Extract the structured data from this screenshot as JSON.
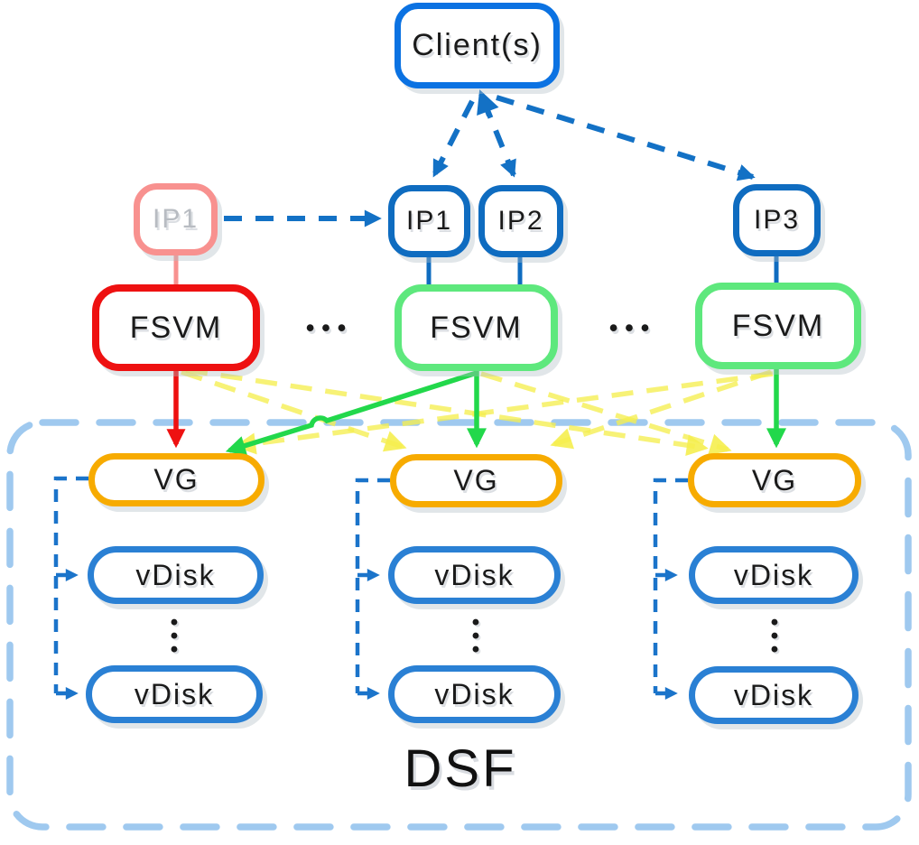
{
  "client": {
    "label": "Client(s)"
  },
  "ips": [
    {
      "label": "IP1",
      "status": "failed-over"
    },
    {
      "label": "IP1",
      "status": "active"
    },
    {
      "label": "IP2",
      "status": "active"
    },
    {
      "label": "IP3",
      "status": "active"
    }
  ],
  "fsvms": [
    {
      "label": "FSVM",
      "status": "failed"
    },
    {
      "label": "FSVM",
      "status": "healthy"
    },
    {
      "label": "FSVM",
      "status": "healthy"
    }
  ],
  "vgs": [
    {
      "label": "VG"
    },
    {
      "label": "VG"
    },
    {
      "label": "VG"
    }
  ],
  "vdisks": [
    {
      "label": "vDisk"
    },
    {
      "label": "vDisk"
    },
    {
      "label": "vDisk"
    },
    {
      "label": "vDisk"
    },
    {
      "label": "vDisk"
    },
    {
      "label": "vDisk"
    }
  ],
  "dsf": {
    "label": "DSF"
  },
  "ellipsis_horizontal": "•••",
  "ellipsis_vertical": "•\n•\n•",
  "edges": [
    {
      "from": "client",
      "to": "ip1",
      "style": "dashed",
      "color": "blue"
    },
    {
      "from": "client",
      "to": "ip2",
      "style": "dashed",
      "color": "blue"
    },
    {
      "from": "client",
      "to": "ip3",
      "style": "dashed",
      "color": "blue"
    },
    {
      "from": "ip1-failed",
      "to": "ip1",
      "style": "dashed",
      "color": "blue"
    },
    {
      "from": "ip1-failed",
      "to": "fsvm1",
      "style": "solid",
      "color": "pink"
    },
    {
      "from": "ip1",
      "to": "fsvm2",
      "style": "solid",
      "color": "blue"
    },
    {
      "from": "ip2",
      "to": "fsvm2",
      "style": "solid",
      "color": "blue"
    },
    {
      "from": "ip3",
      "to": "fsvm3",
      "style": "solid",
      "color": "blue"
    },
    {
      "from": "fsvm1",
      "to": "vg1",
      "style": "solid",
      "color": "red"
    },
    {
      "from": "fsvm2",
      "to": "vg1",
      "style": "solid",
      "color": "green"
    },
    {
      "from": "fsvm2",
      "to": "vg2",
      "style": "solid",
      "color": "green"
    },
    {
      "from": "fsvm3",
      "to": "vg3",
      "style": "solid",
      "color": "green"
    },
    {
      "from": "fsvm1",
      "to": "vg2",
      "style": "dashed",
      "color": "yellow"
    },
    {
      "from": "fsvm1",
      "to": "vg3",
      "style": "dashed",
      "color": "yellow"
    },
    {
      "from": "fsvm2",
      "to": "vg3",
      "style": "dashed",
      "color": "yellow"
    },
    {
      "from": "fsvm3",
      "to": "vg1",
      "style": "dashed",
      "color": "yellow"
    },
    {
      "from": "fsvm3",
      "to": "vg2",
      "style": "dashed",
      "color": "yellow"
    },
    {
      "from": "vg1",
      "to": "vdisks-column-1",
      "style": "dashed",
      "color": "blue"
    },
    {
      "from": "vg2",
      "to": "vdisks-column-2",
      "style": "dashed",
      "color": "blue"
    },
    {
      "from": "vg3",
      "to": "vdisks-column-3",
      "style": "dashed",
      "color": "blue"
    }
  ],
  "colors": {
    "client_border": "#0b72e2",
    "ip_border": "#0f6cc0",
    "connector_blue": "#1371c5",
    "failed_ip_border": "#f8918f",
    "failed_ip_text": "#b8bcc2",
    "failed_fsvm_border": "#ee1111",
    "healthy_fsvm_border": "#5ee87d",
    "arrow_red": "#ee1111",
    "arrow_green": "#22d84b",
    "vg_border": "#f7ab00",
    "vdisk_border": "#2a80d4",
    "yellow_dashed": "#f5ee4f",
    "dsf_border": "#9fc9ef",
    "text": "#1a1a1a"
  }
}
